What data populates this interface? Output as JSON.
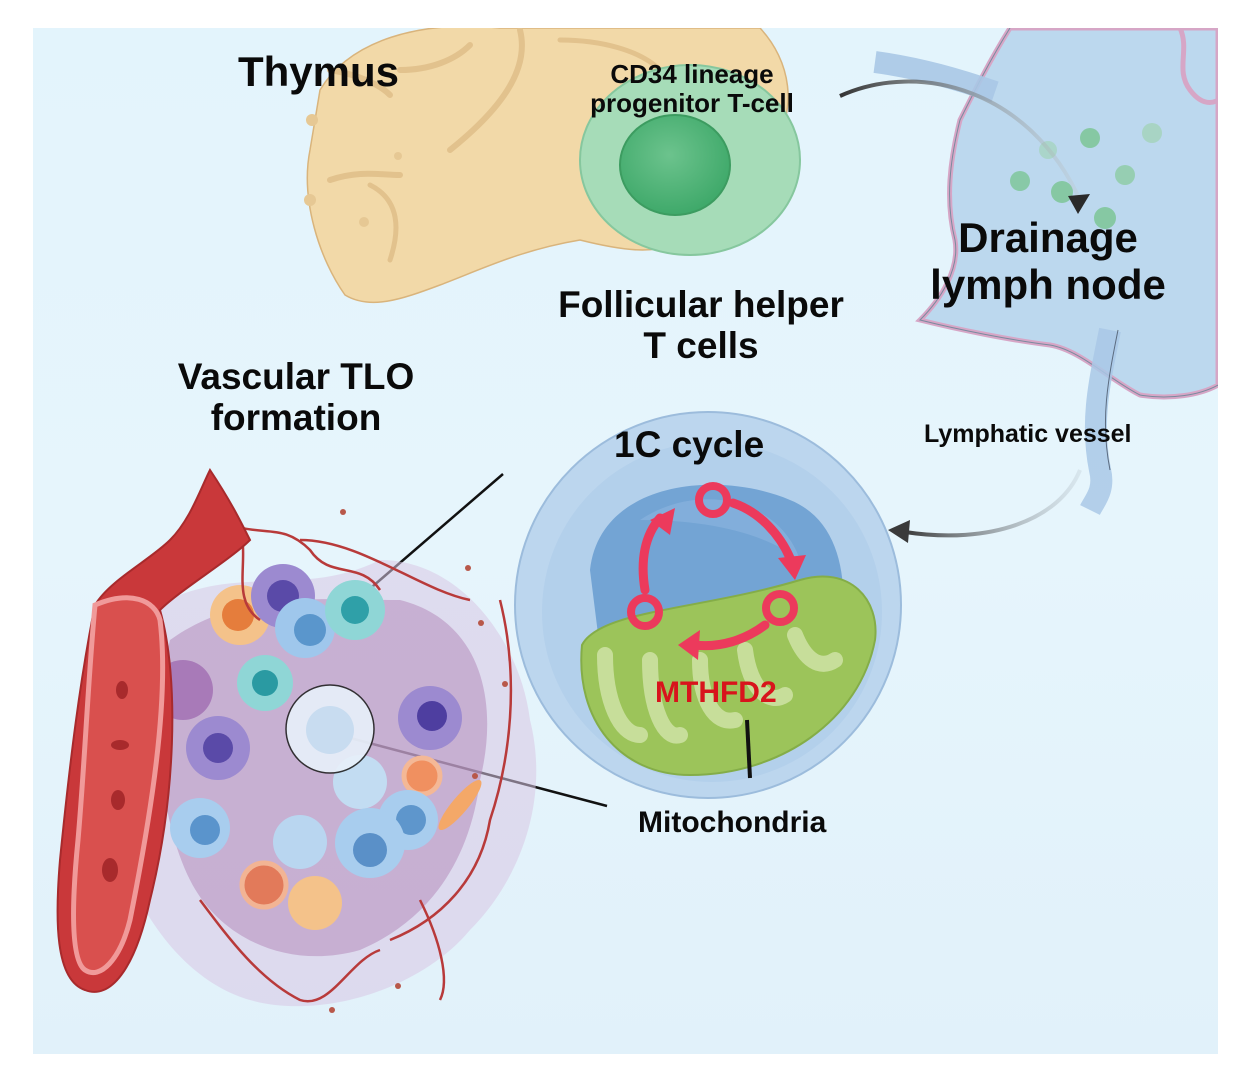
{
  "figure": {
    "type": "graphical-abstract",
    "background_color": "#e4f4fc",
    "labels": {
      "thymus": "Thymus",
      "progenitor_line1": "CD34 lineage",
      "progenitor_line2": "progenitor T-cell",
      "lymph_node_line1": "Drainage",
      "lymph_node_line2": "lymph node",
      "tfh_line1": "Follicular helper",
      "tfh_line2": "T cells",
      "tlo_line1": "Vascular TLO",
      "tlo_line2": "formation",
      "lymphatic_vessel": "Lymphatic vessel",
      "cycle": "1C cycle",
      "enzyme": "MTHFD2",
      "mitochondria": "Mitochondria"
    },
    "colors": {
      "thymus": "#f2d9a8",
      "progenitor_cell": "#8fd0a8",
      "lymph_node": "#b9d6ee",
      "lymph_node_border": "#d8a9c8",
      "tfh_cell": "#a9c9ea",
      "cycle_arrows": "#ec3a5c",
      "mitochondria": "#9cc45a",
      "enzyme_text": "#d8141c",
      "vessel": "#c9383a"
    },
    "flow": [
      {
        "from": "CD34 lineage progenitor T-cell",
        "to": "Drainage lymph node"
      },
      {
        "from": "Drainage lymph node",
        "to": "Follicular helper T cells",
        "via": "Lymphatic vessel"
      },
      {
        "from": "Follicular helper T cells",
        "to": "Vascular TLO formation"
      }
    ]
  }
}
